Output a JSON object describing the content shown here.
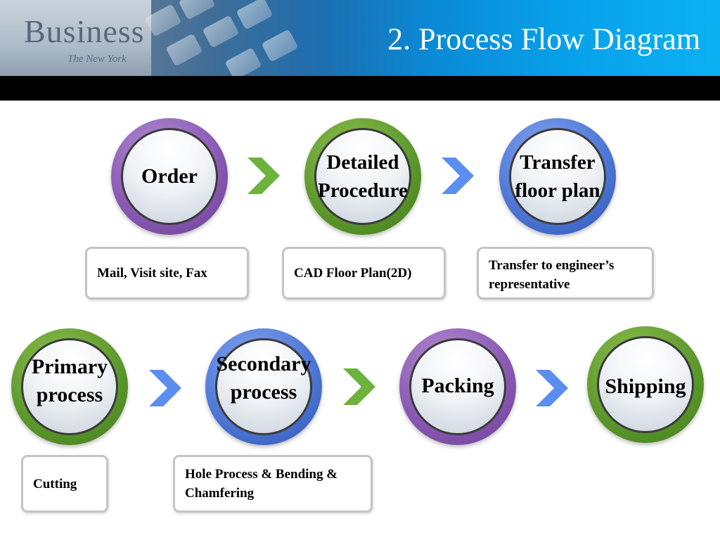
{
  "header": {
    "title": "2. Process Flow Diagram",
    "background_photo_text": "Business",
    "background_photo_subtext": "The New York"
  },
  "steps": [
    {
      "id": "order",
      "label": "Order",
      "ring_color": "#8a5bb4",
      "description": "Mail, Visit site, Fax"
    },
    {
      "id": "detailed-procedure",
      "label": "Detailed Procedure",
      "ring_color": "#5f9a2e",
      "description": "CAD Floor Plan(2D)"
    },
    {
      "id": "transfer-floor-plan",
      "label": "Transfer floor plan",
      "ring_color": "#4f78d7",
      "description": "Transfer to engineer’s representative"
    },
    {
      "id": "primary-process",
      "label": "Primary process",
      "ring_color": "#5f9a2e",
      "description": "Cutting"
    },
    {
      "id": "secondary-process",
      "label": "Secondary process",
      "ring_color": "#4f78d7",
      "description": "Hole Process & Bending & Chamfering"
    },
    {
      "id": "packing",
      "label": "Packing",
      "ring_color": "#8a5bb4",
      "description": ""
    },
    {
      "id": "shipping",
      "label": "Shipping",
      "ring_color": "#5f9a2e",
      "description": ""
    }
  ],
  "arrows": [
    {
      "from": "Order",
      "to": "Detailed Procedure",
      "color": "#6cb33e",
      "icon": "chevron-right"
    },
    {
      "from": "Detailed Procedure",
      "to": "Transfer floor plan",
      "color": "#5b8ef0",
      "icon": "chevron-right"
    },
    {
      "from": "Primary process",
      "to": "Secondary process",
      "color": "#5b8ef0",
      "icon": "chevron-right"
    },
    {
      "from": "Secondary process",
      "to": "Packing",
      "color": "#6cb33e",
      "icon": "chevron-right"
    },
    {
      "from": "Packing",
      "to": "Shipping",
      "color": "#5b8ef0",
      "icon": "chevron-right"
    }
  ],
  "colors": {
    "header_bar": "#000000",
    "title_text": "#ffffff",
    "box_border": "#c4c4c4"
  }
}
